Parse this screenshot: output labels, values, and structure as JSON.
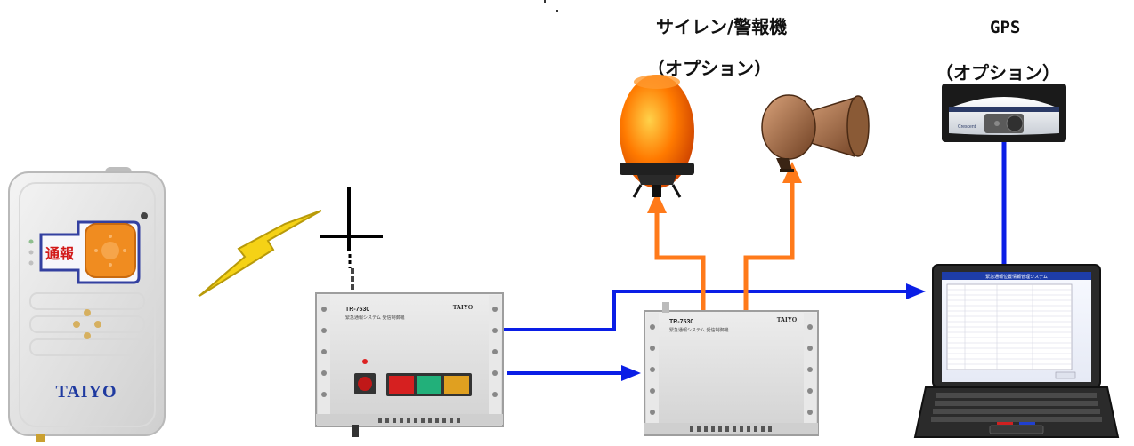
{
  "labels": {
    "siren_title": "サイレン/警報機",
    "siren_option": "（オプション）",
    "gps_title": "GPS",
    "gps_option": "（オプション）"
  },
  "transmitter": {
    "button_text": "通報",
    "brand": "TAIYO"
  },
  "receiver": {
    "model": "TR-7530",
    "subtitle": "緊急通報システム 受信制御機",
    "brand": "TAIYO"
  },
  "controller": {
    "model": "TR-7530",
    "subtitle": "緊急通報システム 受信制御機",
    "brand": "TAIYO"
  },
  "gps_device": {
    "brand": "Crescent"
  },
  "laptop": {
    "window_title": "緊急通報位置情報管理システム"
  },
  "colors": {
    "data_link": "#0a1ee6",
    "alarm_link": "#ff7a1a",
    "lightning": "#f5d216",
    "beacon": "#ff6a00",
    "transmitter_button": "#f08c20"
  }
}
